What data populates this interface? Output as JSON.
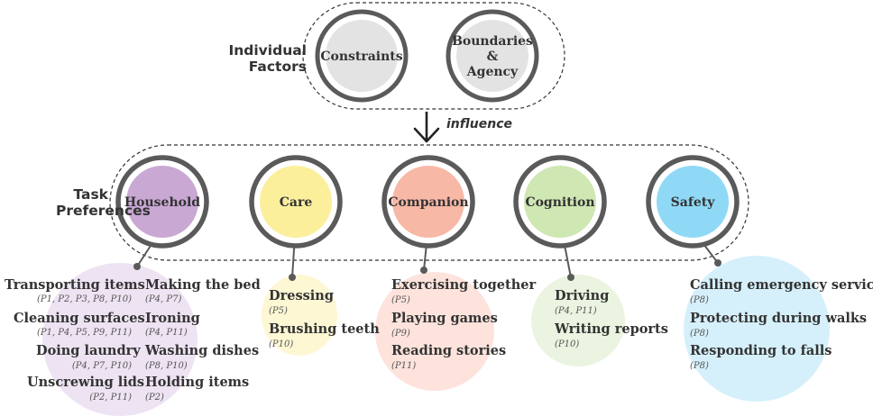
{
  "individual": {
    "heading": "Individual\nFactors",
    "factors": [
      "Constraints",
      "Boundaries\n&\nAgency"
    ]
  },
  "arrow_label": "influence",
  "task_heading": "Task\nPreferences",
  "categories": [
    {
      "name": "Household",
      "fill": "#c9a8d4",
      "blob": "#ede3f2",
      "tasks": [
        {
          "label": "Transporting items",
          "refs": "(P1, P2, P3, P8, P10)"
        },
        {
          "label": "Cleaning surfaces",
          "refs": "(P1, P4, P5, P9, P11)"
        },
        {
          "label": "Doing laundry",
          "refs": "(P4, P7, P10)"
        },
        {
          "label": "Unscrewing lids",
          "refs": "(P2, P11)"
        },
        {
          "label": "Making the bed",
          "refs": "(P4, P7)"
        },
        {
          "label": "Ironing",
          "refs": "(P4, P11)"
        },
        {
          "label": "Washing dishes",
          "refs": "(P8, P10)"
        },
        {
          "label": "Holding items",
          "refs": "(P2)"
        }
      ]
    },
    {
      "name": "Care",
      "fill": "#fbef9c",
      "blob": "#fdf7d4",
      "tasks": [
        {
          "label": "Dressing",
          "refs": "(P5)"
        },
        {
          "label": "Brushing teeth",
          "refs": "(P10)"
        }
      ]
    },
    {
      "name": "Companion",
      "fill": "#f7b8a6",
      "blob": "#fde3dc",
      "tasks": [
        {
          "label": "Exercising together",
          "refs": "(P5)"
        },
        {
          "label": "Playing games",
          "refs": "(P9)"
        },
        {
          "label": "Reading stories",
          "refs": "(P11)"
        }
      ]
    },
    {
      "name": "Cognition",
      "fill": "#cfe7b2",
      "blob": "#eaf4e0",
      "tasks": [
        {
          "label": "Driving",
          "refs": "(P4, P11)"
        },
        {
          "label": "Writing reports",
          "refs": "(P10)"
        }
      ]
    },
    {
      "name": "Safety",
      "fill": "#8fd9f6",
      "blob": "#d6f0fb",
      "tasks": [
        {
          "label": "Calling emergency services",
          "refs": "(P8)"
        },
        {
          "label": "Protecting during walks",
          "refs": "(P8)"
        },
        {
          "label": "Responding to falls",
          "refs": "(P8)"
        }
      ]
    }
  ],
  "colors": {
    "ring": "#5a5a5a",
    "factor_fill": "#e3e3e3",
    "dash": "#333333"
  }
}
